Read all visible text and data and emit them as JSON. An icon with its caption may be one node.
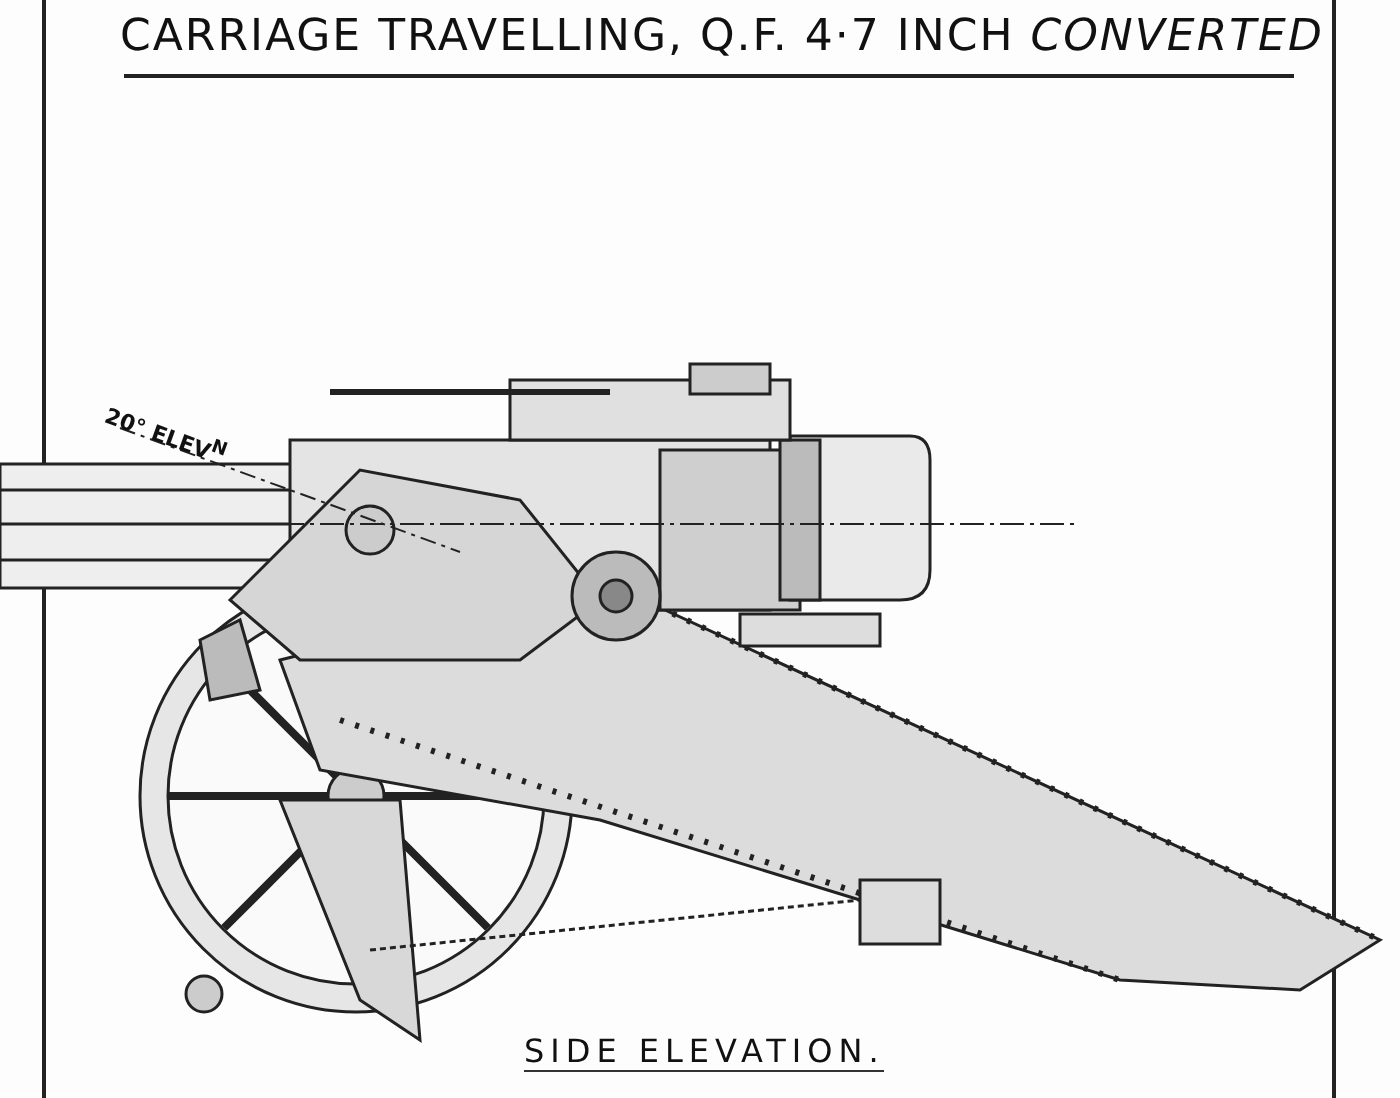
{
  "diagram": {
    "title": "CARRIAGE TRAVELLING, Q.F. 4·7 INCH *CONVERTED*",
    "caption": "SIDE ELEVATION.",
    "labels": [
      "20° ELEV$^{N}$"
    ]
  }
}
